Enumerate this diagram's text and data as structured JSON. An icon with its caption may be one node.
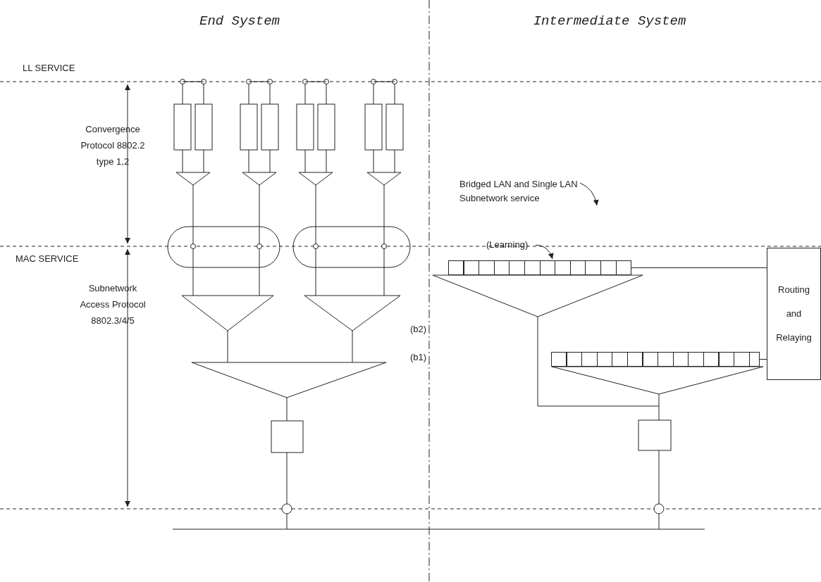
{
  "diagram": {
    "nodes": [
      {
        "text": [
          "Bridged LAN and Single LAN Subnetwork service"
        ]
      },
      {
        "text": [
          "(Learning)"
        ]
      },
      {
        "text": [
          "Routing and Relaying"
        ]
      },
      {
        "text": [],
        "shape": "bar"
      },
      {
        "text": [],
        "shape": "bar"
      }
    ],
    "edges": [
      {
        "from": 0,
        "to": null,
        "arrow": "to"
      },
      {
        "from": 1,
        "to": 3,
        "arrow": "to"
      },
      {
        "from": 3,
        "to": 2,
        "arrow": "none"
      },
      {
        "from": 4,
        "to": 2,
        "arrow": "none"
      }
    ],
    "labels": [
      "End System",
      "Intermediate System",
      "LL SERVICE",
      "Convergence Protocol 8802.2 type 1,2",
      "MAC SERVICE",
      "Subnetwork Access Protocol 8802.3/4/5",
      "(b2)",
      "(b1)"
    ]
  }
}
